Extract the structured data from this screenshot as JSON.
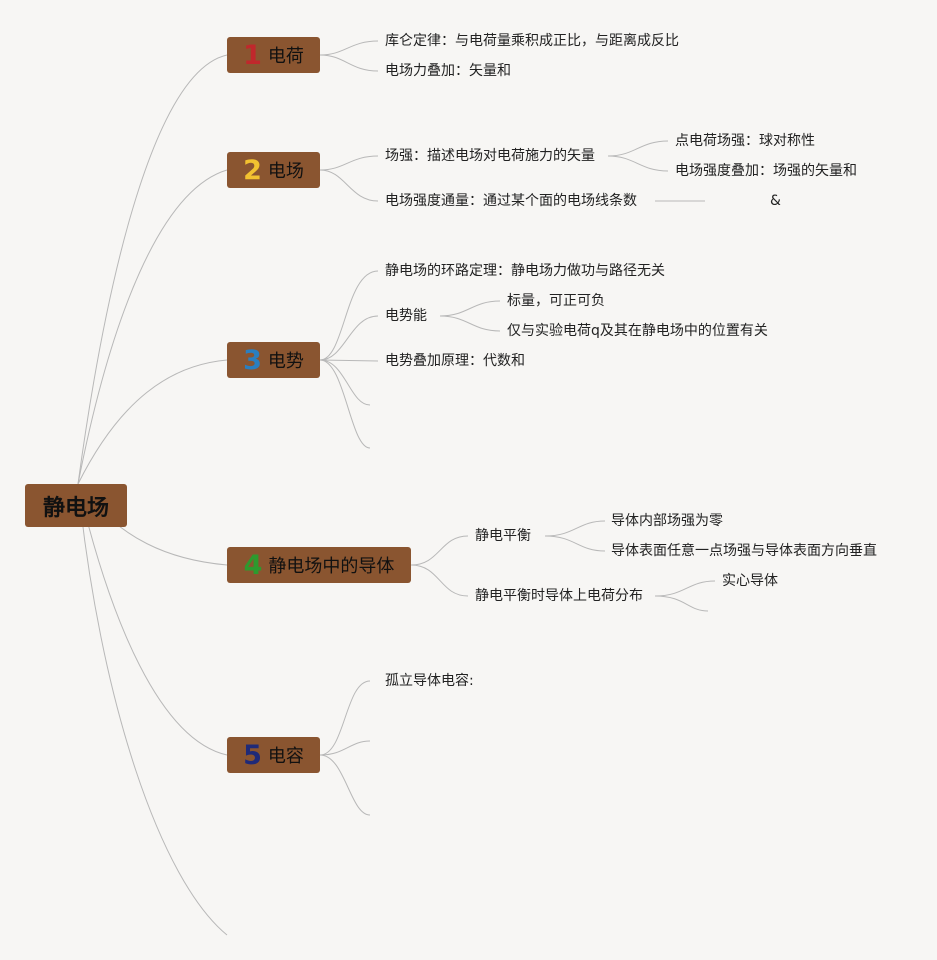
{
  "root": "静电场",
  "colors": {
    "node_bg": "#8a5530",
    "line": "#b8b8b8"
  },
  "branches": [
    {
      "num": "1",
      "num_color": "#c0282c",
      "label": "电荷",
      "items": [
        "库仑定律：与电荷量乘积成正比，与距离成反比",
        "电场力叠加：矢量和"
      ]
    },
    {
      "num": "2",
      "num_color": "#f2c230",
      "label": "电场",
      "items": [
        "场强：描述电场对电荷施力的矢量",
        "电场强度通量：通过某个面的电场线条数"
      ],
      "sub": [
        "点电荷场强：球对称性",
        "电场强度叠加：场强的矢量和"
      ],
      "extra": "&"
    },
    {
      "num": "3",
      "num_color": "#2a7fc0",
      "label": "电势",
      "items": [
        "静电场的环路定理：静电场力做功与路径无关",
        "电势能",
        "电势叠加原理：代数和"
      ],
      "sub": [
        "标量，可正可负",
        "仅与实验电荷q及其在静电场中的位置有关"
      ]
    },
    {
      "num": "4",
      "num_color": "#2e9a2e",
      "label": "静电场中的导体",
      "items": [
        "静电平衡",
        "静电平衡时导体上电荷分布"
      ],
      "sub": [
        "导体内部场强为零",
        "导体表面任意一点场强与导体表面方向垂直",
        "实心导体"
      ]
    },
    {
      "num": "5",
      "num_color": "#1f2a78",
      "label": "电容",
      "items": [
        "孤立导体电容:"
      ]
    }
  ]
}
